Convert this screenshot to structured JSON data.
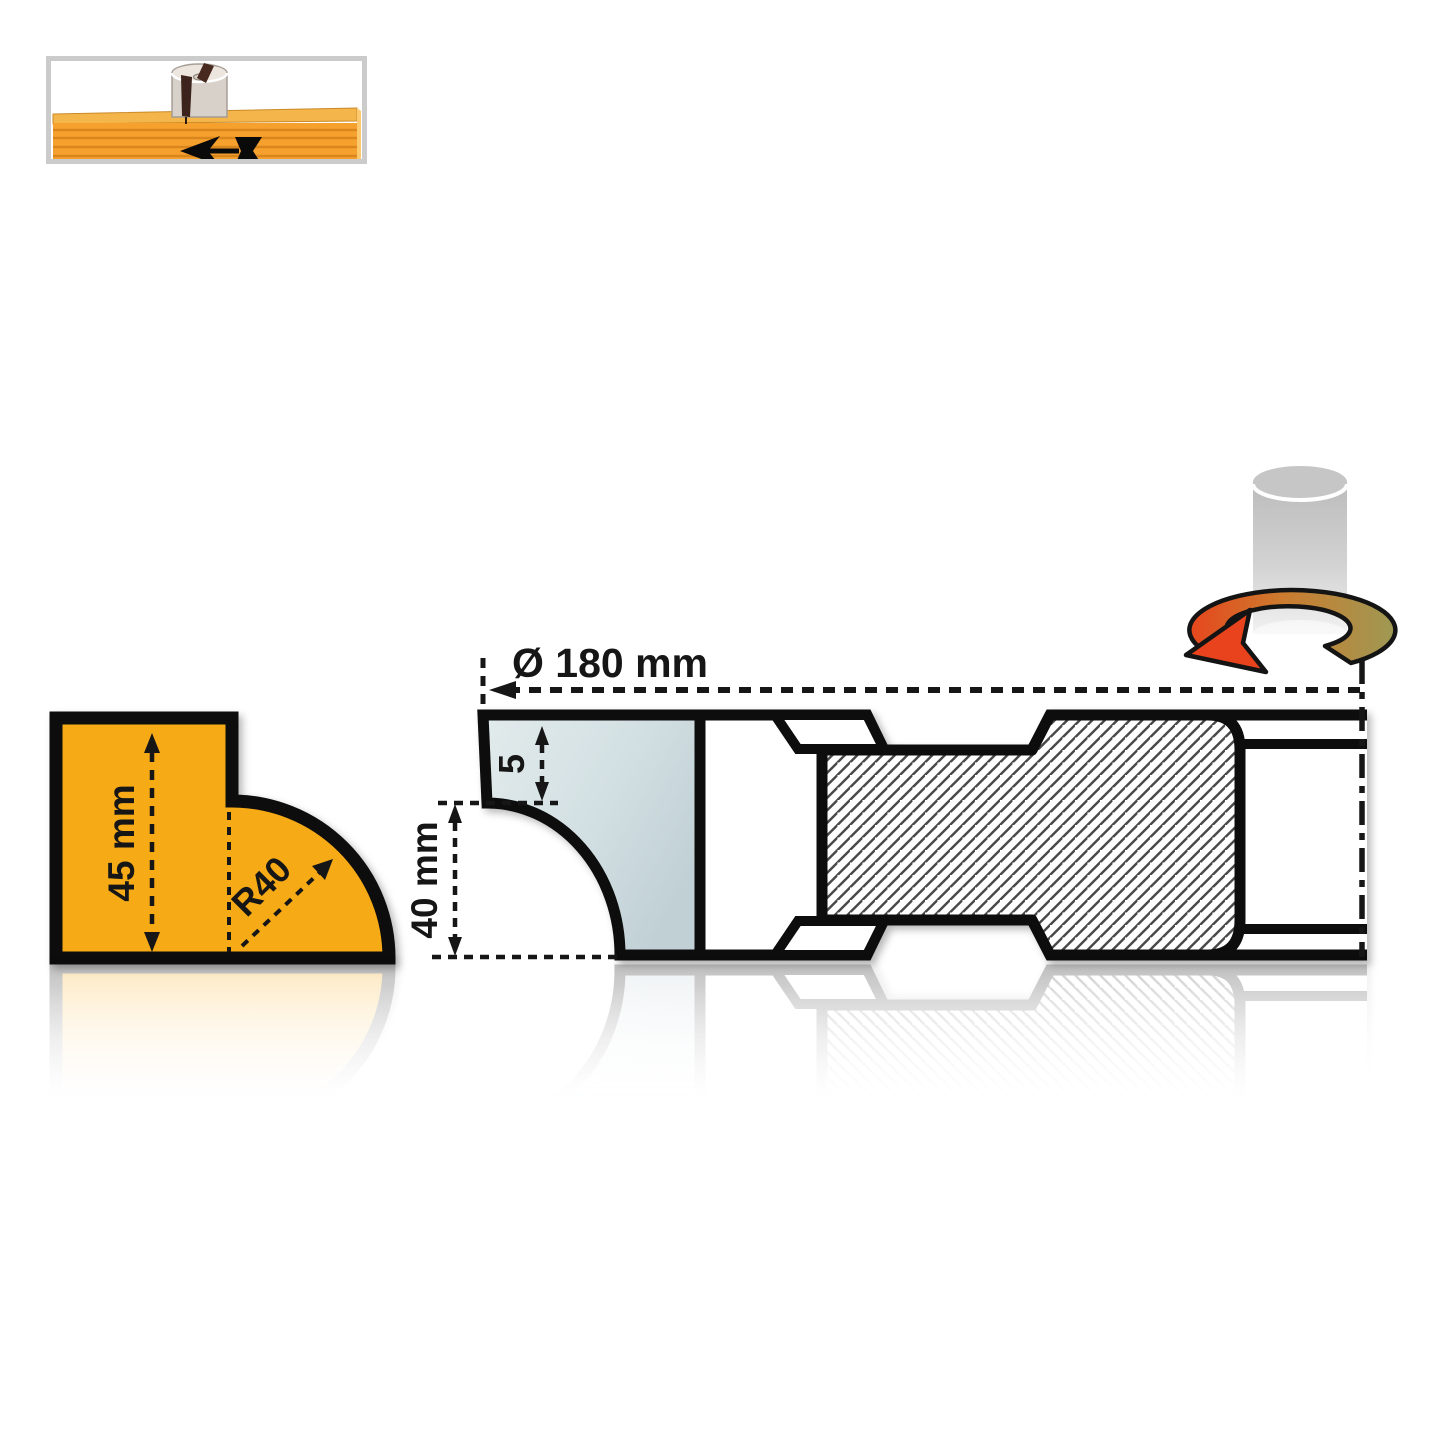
{
  "feed_icon": {
    "name": "feed-direction-inset",
    "wood_color": "#f6a12e",
    "wood_stripe_color": "#d9861c",
    "arrow_color": "#0a0a0a"
  },
  "profile_view": {
    "fill_color": "#f6aa15",
    "outline_color": "#0b0b0b",
    "height_label": "45 mm",
    "radius_label": "R40"
  },
  "section_view": {
    "diameter_label": "Ø 180 mm",
    "tip_label": "5",
    "depth_label": "40 mm",
    "knife_color": "#cfdde0",
    "outline_color": "#0b0b0b",
    "hatch_color": "#4a4a4a"
  },
  "spindle": {
    "cylinder_color": "#c2c2c2",
    "rotation_left_color": "#e54d1f",
    "rotation_right_color": "#9c9a55"
  }
}
